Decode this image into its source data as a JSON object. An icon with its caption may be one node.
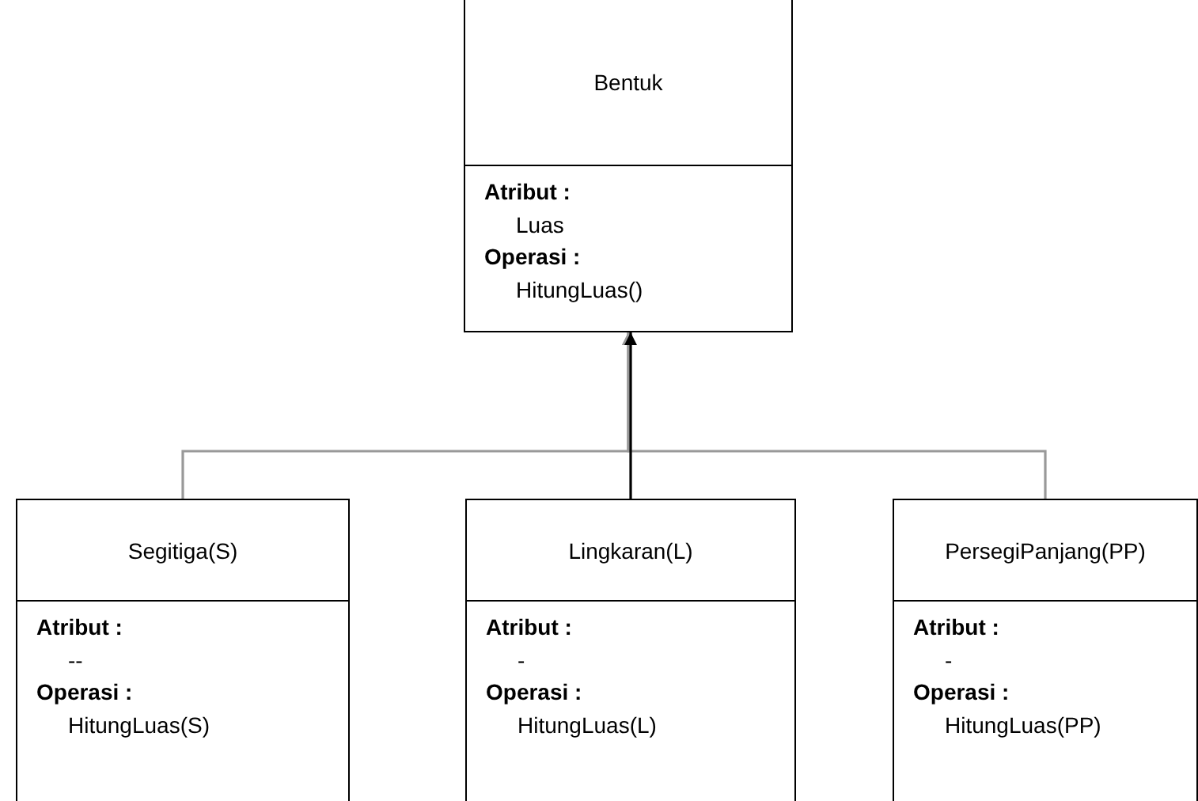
{
  "diagram": {
    "nodes": [
      {
        "text": [
          "Bentuk",
          "Atribut :",
          "Luas",
          "Operasi :",
          "HitungLuas()"
        ]
      },
      {
        "text": [
          "Segitiga(S)",
          "Atribut :",
          "--",
          "Operasi :",
          "HitungLuas(S)"
        ]
      },
      {
        "text": [
          "Lingkaran(L)",
          "Atribut :",
          "-",
          "Operasi :",
          "HitungLuas(L)"
        ]
      },
      {
        "text": [
          "PersegiPanjang(PP)",
          "Atribut :",
          "-",
          "Operasi :",
          "HitungLuas(PP)"
        ]
      }
    ],
    "edges": [
      {
        "from": 1,
        "to": 0,
        "arrow": "to"
      },
      {
        "from": 3,
        "to": 0,
        "arrow": "to"
      },
      {
        "from": 2,
        "to": 0,
        "arrow": "to",
        "color": "#000000"
      }
    ]
  }
}
